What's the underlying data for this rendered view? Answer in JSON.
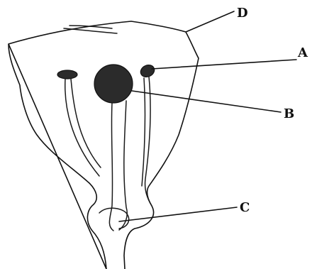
{
  "labels": {
    "A": "A",
    "B": "B",
    "C": "C",
    "D": "D"
  },
  "colors": {
    "ink": "#111111",
    "fill": "#2b2b2b",
    "background": "#ffffff"
  }
}
